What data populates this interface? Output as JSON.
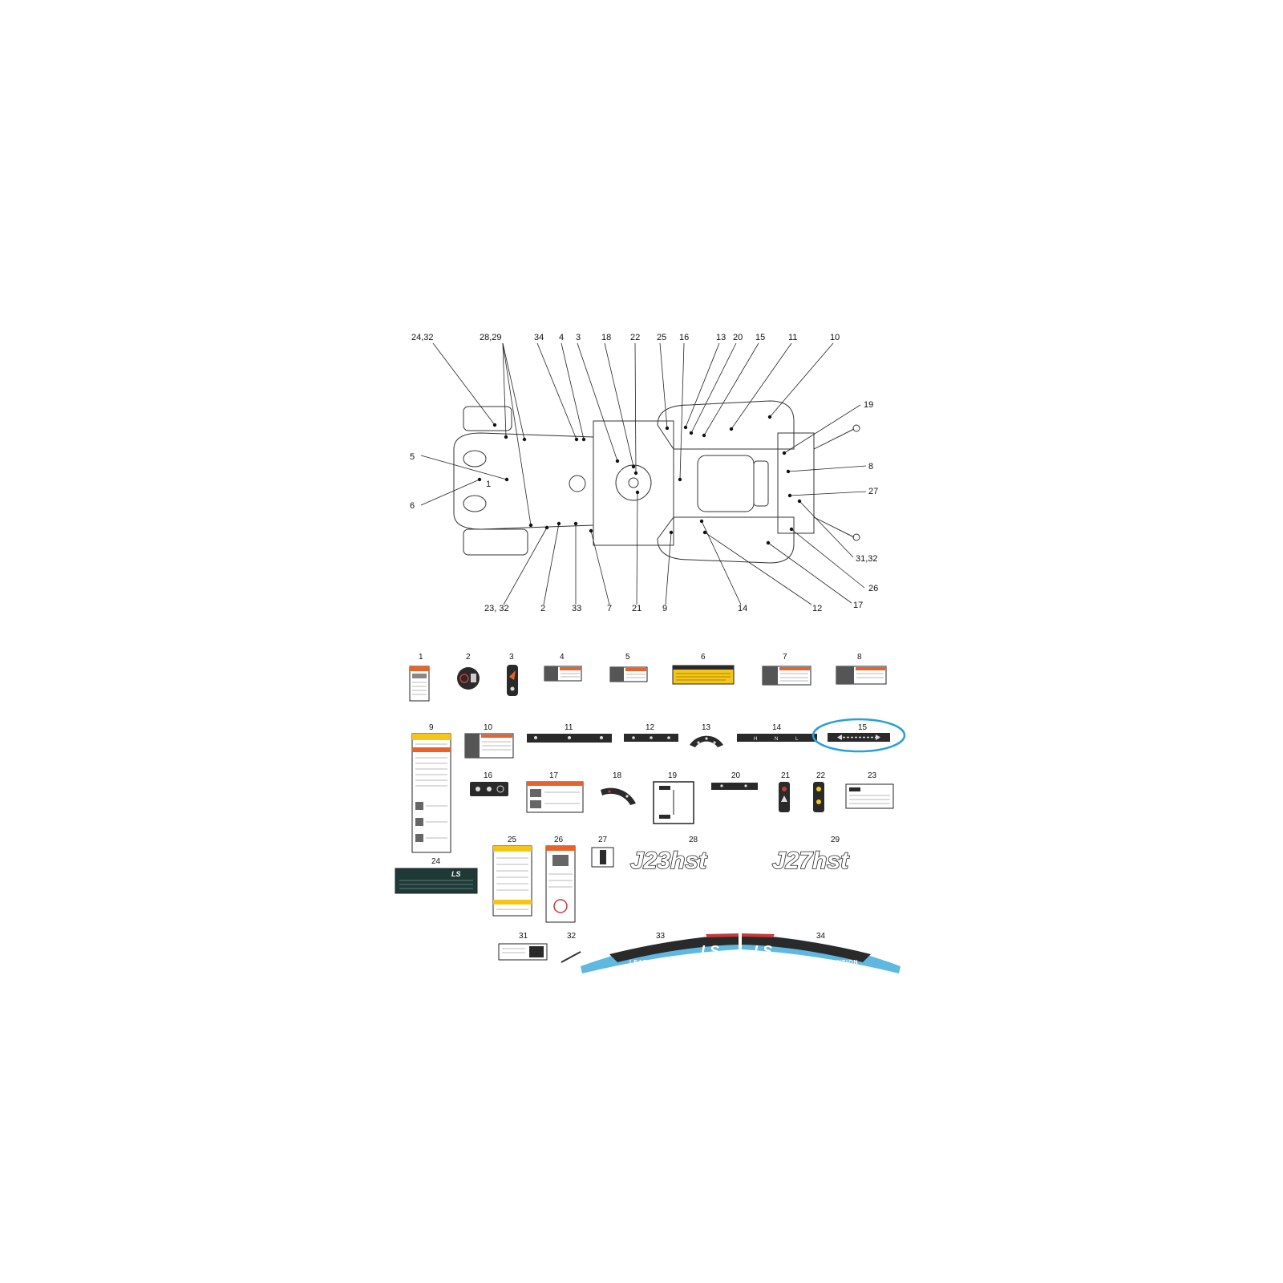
{
  "colors": {
    "highlight": "#2b9fd8",
    "warning_orange": "#e8632b",
    "caution_yellow": "#f5c518",
    "decal_dark": "#2a2a2a",
    "panel_green": "#1f3a36",
    "stripe_blue": "#5fb8e0",
    "stripe_red": "#c83a3a"
  },
  "diagram": {
    "callouts": {
      "c1": "24,32",
      "c2": "28,29",
      "c3": "34",
      "c4": "4",
      "c5": "3",
      "c6": "18",
      "c7": "22",
      "c8": "25",
      "c9": "16",
      "c10": "13",
      "c11": "20",
      "c12": "15",
      "c13": "11",
      "c14": "10",
      "c15": "19",
      "c16": "8",
      "c17": "27",
      "c18": "31,32",
      "c19": "26",
      "c20": "17",
      "c21": "12",
      "c22": "14",
      "c23": "9",
      "c24": "21",
      "c25": "7",
      "c26": "33",
      "c27": "2",
      "c28": "23, 32",
      "c29": "5",
      "c30": "6",
      "c31": "1"
    }
  },
  "labels": {
    "n1": "1",
    "n2": "2",
    "n3": "3",
    "n4": "4",
    "n5": "5",
    "n6": "6",
    "n7": "7",
    "n8": "8",
    "n9": "9",
    "n10": "10",
    "n11": "11",
    "n12": "12",
    "n13": "13",
    "n14": "14",
    "n15": "15",
    "n16": "16",
    "n17": "17",
    "n18": "18",
    "n19": "19",
    "n20": "20",
    "n21": "21",
    "n22": "22",
    "n23": "23",
    "n24": "24",
    "n25": "25",
    "n26": "26",
    "n27": "27",
    "n28": "28",
    "n29": "29",
    "n31": "31",
    "n32": "32",
    "n33": "33",
    "n34": "34"
  },
  "decal_text": {
    "model_28": "J23hst",
    "model_29": "J27hst",
    "brand": "LS",
    "slogan": "LEADING SOLUTION",
    "shift_h": "H",
    "shift_n": "N",
    "shift_l": "L"
  }
}
